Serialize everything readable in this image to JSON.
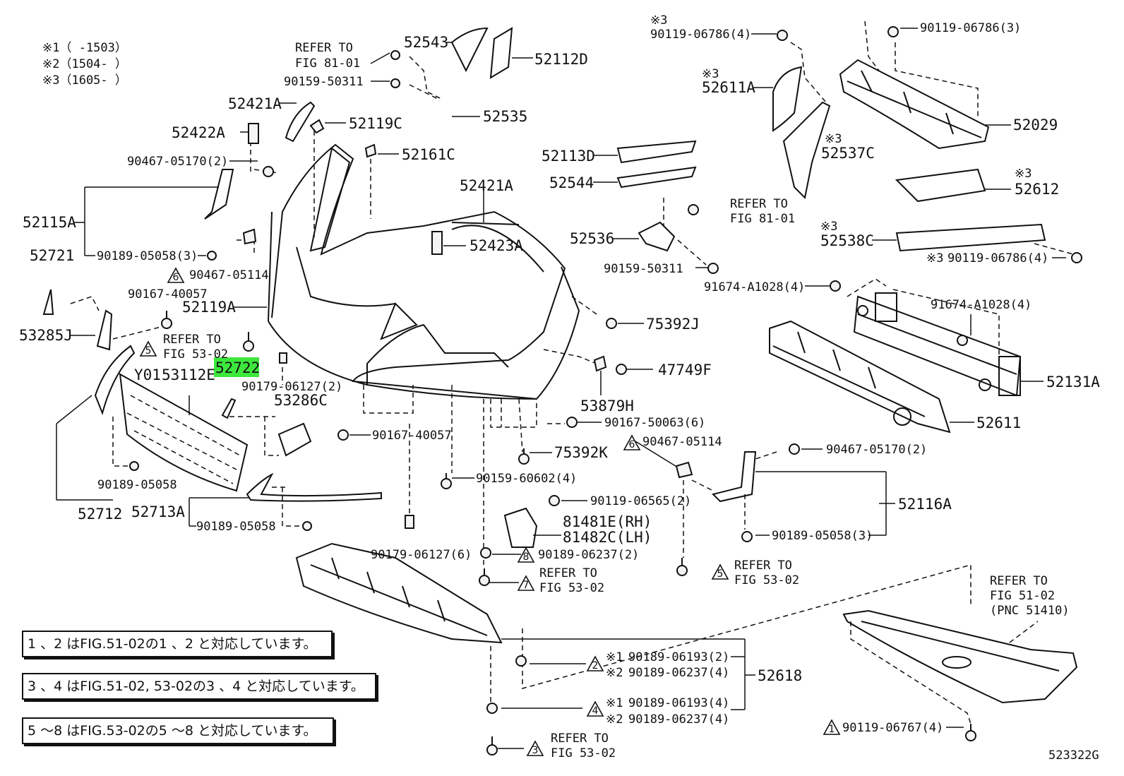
{
  "legend": {
    "line1": "※1（     -1503）",
    "line2": "※2（1504-     ）",
    "line3": "※3（1605-     ）"
  },
  "refer_labels": {
    "r1a": "REFER TO",
    "r1b": "FIG 81-01",
    "r2a": "REFER TO",
    "r2b": "FIG 81-01",
    "r3a": "REFER TO",
    "r3b": "FIG 53-02",
    "r4a": "REFER TO",
    "r4b": "FIG 53-02",
    "r5a": "REFER TO",
    "r5b": "FIG 53-02",
    "r6a": "REFER TO",
    "r6b": "FIG 53-02",
    "r7a": "REFER TO",
    "r7b": "FIG 51-02",
    "r7c": "(PNC 51410)"
  },
  "part_numbers": {
    "p52543": "52543",
    "p52112D": "52112D",
    "p90159_50311a": "90159-50311",
    "p52535": "52535",
    "p52421A_top": "52421A",
    "p52119C": "52119C",
    "p52422A": "52422A",
    "p52161C": "52161C",
    "p90467_05170_2a": "90467-05170(2)",
    "p52115A": "52115A",
    "p90189_05058_3a": "90189-05058(3)",
    "p90467_05114a": "90467-05114",
    "p52721": "52721",
    "p90167_40057a": "90167-40057",
    "p52119A": "52119A",
    "p53285J": "53285J",
    "p52722": "52722",
    "pY01": "Y01",
    "p53112E": "53112E",
    "p90179_06127_2": "90179-06127(2)",
    "p53286C": "53286C",
    "p90167_40057b": "90167-40057",
    "p90189_05058a": "90189-05058",
    "p52712": "52712",
    "p52713A": "52713A",
    "p90189_05058b": "90189-05058",
    "p52421A_mid": "52421A",
    "p52423A": "52423A",
    "p52113D": "52113D",
    "p52544": "52544",
    "p52536": "52536",
    "p90159_50311b": "90159-50311",
    "p75392J": "75392J",
    "p47749F": "47749F",
    "p53879H": "53879H",
    "p90167_50063": "90167-50063(6)",
    "p75392K": "75392K",
    "p90159_60602": "90159-60602(4)",
    "p90119_06565": "90119-06565(2)",
    "p81481E": "81481E(RH)",
    "p81482C": "81482C(LH)",
    "p90189_06237_2": "90189-06237(2)",
    "p90179_06127_6": "90179-06127(6)",
    "p90119_06786_4a": "90119-06786(4)",
    "p90119_06786_3": "90119-06786(3)",
    "p52611A": "52611A",
    "p52029": "52029",
    "p52537C": "52537C",
    "p52612": "52612",
    "p52538C": "52538C",
    "p90119_06786_4b": "90119-06786(4)",
    "p91674_a": "91674-A1028(4)",
    "p91674_b": "91674-A1028(4)",
    "p52131A": "52131A",
    "p52611": "52611",
    "p90467_05114b": "90467-05114",
    "p90467_05170_2b": "90467-05170(2)",
    "p52116A": "52116A",
    "p90189_05058_3b": "90189-05058(3)",
    "p52618": "52618",
    "p90189_06193_2": "90189-06193(2)",
    "p90189_06237_4a": "90189-06237(4)",
    "p90189_06193_4": "90189-06193(4)",
    "p90189_06237_4b": "90189-06237(4)",
    "p90119_06767": "90119-06767(4)",
    "diagram_id": "523322G"
  },
  "marks": {
    "k1": "※1",
    "k2": "※2",
    "k3": "※3"
  },
  "triangles": {
    "t1": "1",
    "t2": "2",
    "t3": "3",
    "t4": "4",
    "t5": "5",
    "t6": "6",
    "t7": "7",
    "t8": "8"
  },
  "notes": {
    "note1": "1 、2 はFIG.51-02の1 、2 と対応しています。",
    "note2": "3 、4 はFIG.51-02, 53-02の3 、4 と対応しています。",
    "note3": "5 〜8 はFIG.53-02の5 〜8 と対応しています。"
  },
  "colors": {
    "highlight": "#3de83d",
    "line": "#111111"
  }
}
